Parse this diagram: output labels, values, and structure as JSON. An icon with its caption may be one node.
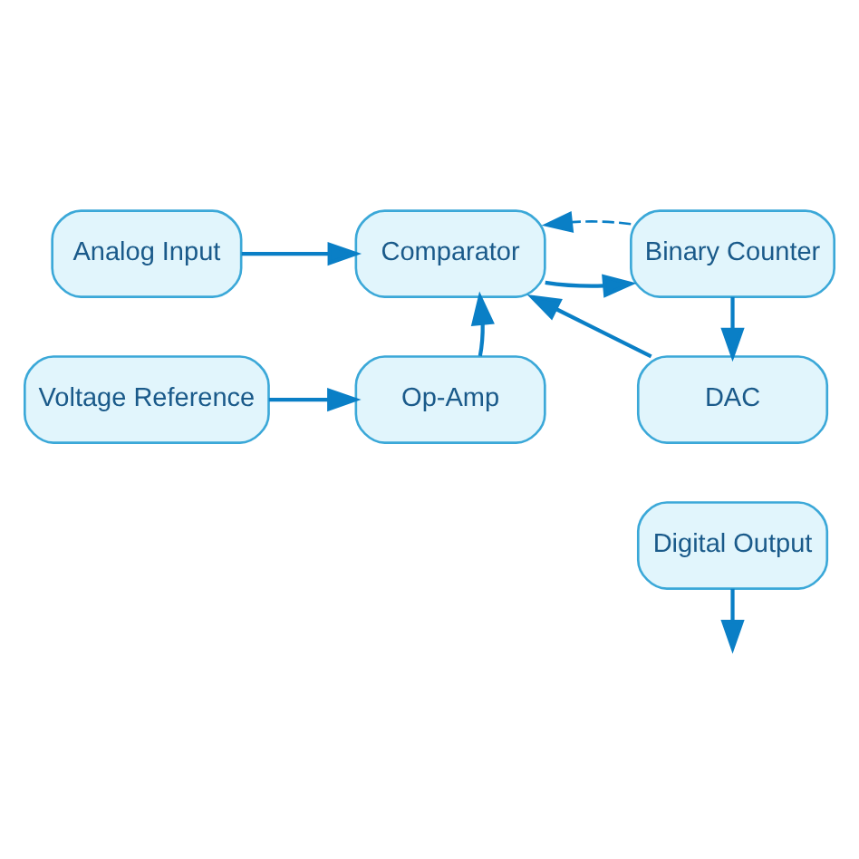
{
  "diagram": {
    "nodes": [
      {
        "text": [
          "Analog Input"
        ]
      },
      {
        "text": [
          "Comparator"
        ]
      },
      {
        "text": [
          "Binary Counter"
        ]
      },
      {
        "text": [
          "Voltage Reference"
        ]
      },
      {
        "text": [
          "Op-Amp"
        ]
      },
      {
        "text": [
          "DAC"
        ]
      },
      {
        "text": [
          "Digital Output"
        ]
      }
    ],
    "edges": [
      {
        "from": 0,
        "to": 1,
        "arrow": "to"
      },
      {
        "from": 1,
        "to": 2,
        "arrow": "to"
      },
      {
        "from": 2,
        "to": 5,
        "arrow": "to"
      },
      {
        "from": 3,
        "to": 4,
        "arrow": "to"
      },
      {
        "from": 5,
        "to": 1,
        "arrow": "to"
      },
      {
        "from": 4,
        "to": 1,
        "arrow": "to"
      },
      {
        "from": 2,
        "to": 1,
        "arrow": "to",
        "style": "dashed"
      },
      {
        "from": 6,
        "to": null,
        "arrow": "to"
      }
    ]
  }
}
